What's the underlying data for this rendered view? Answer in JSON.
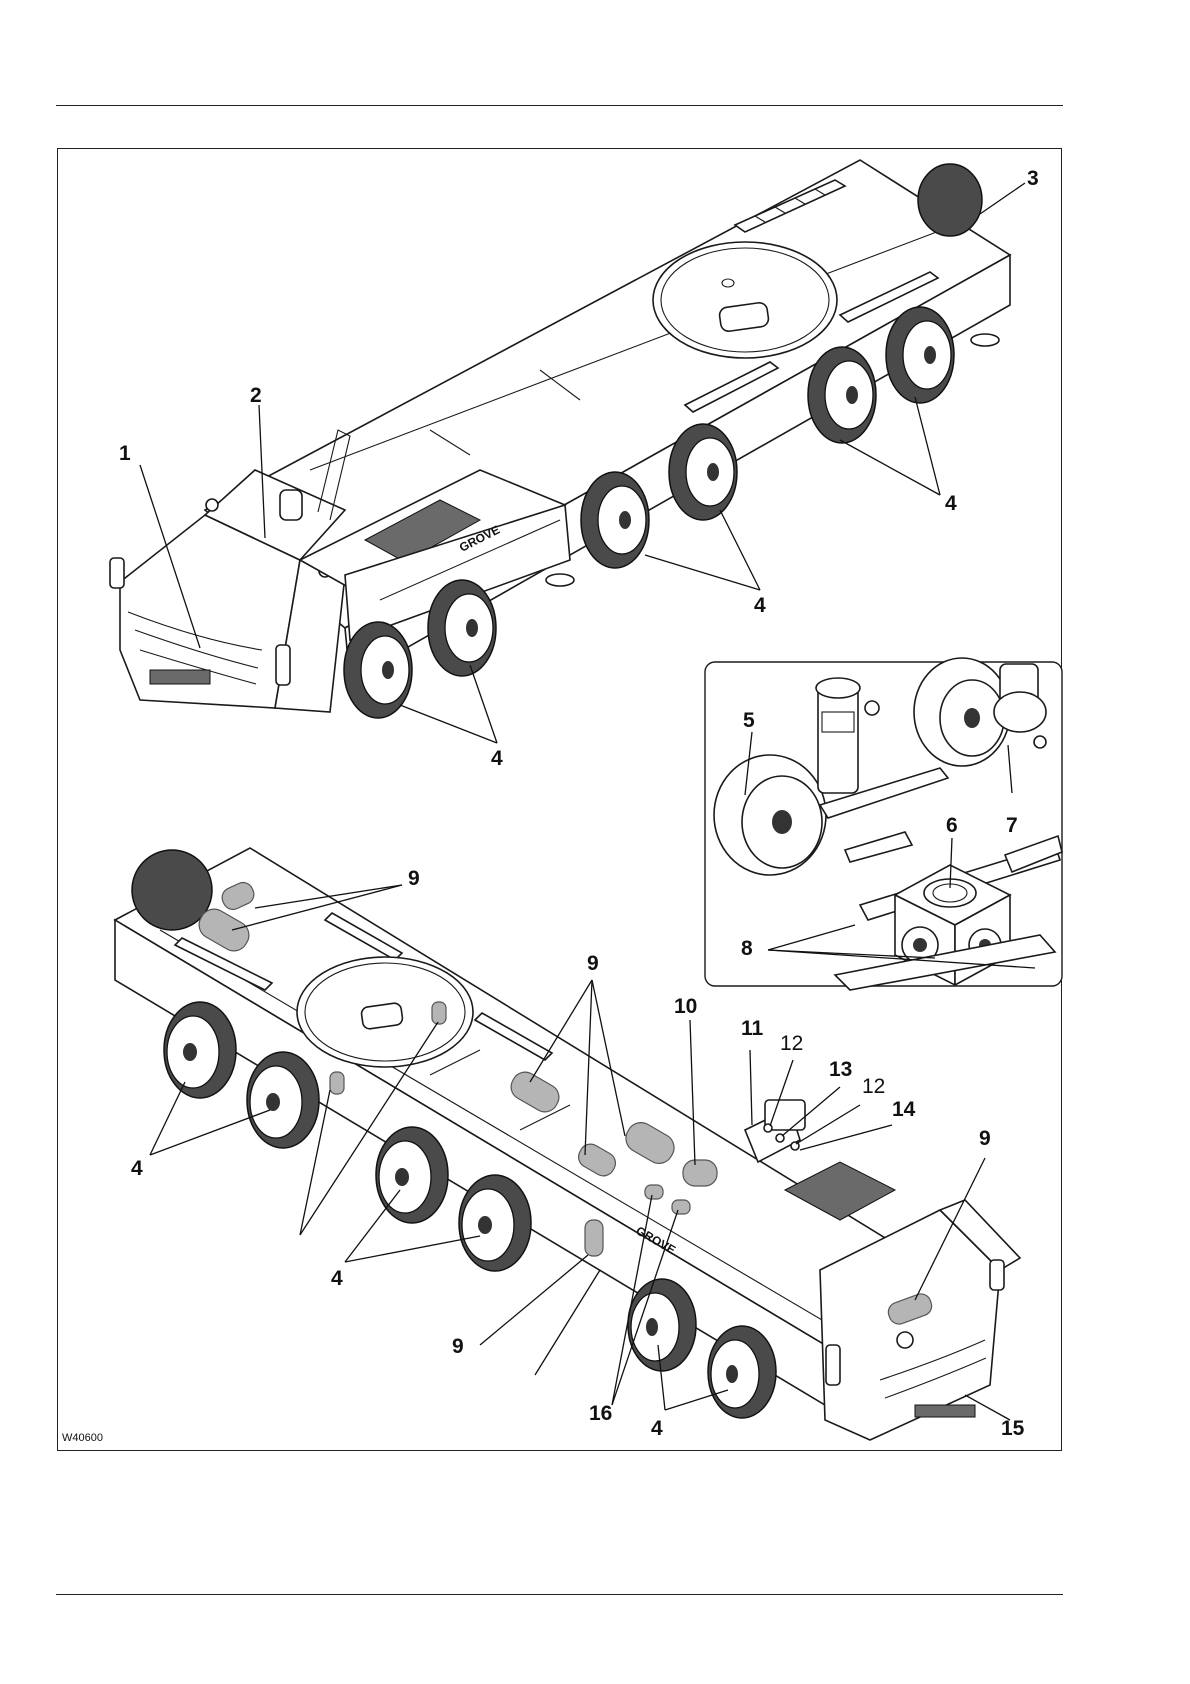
{
  "figure_code": "W40600",
  "brand": "GROVE",
  "callouts": {
    "c1": "1",
    "c2": "2",
    "c3": "3",
    "c4a": "4",
    "c4b": "4",
    "c4c": "4",
    "c5": "5",
    "c6": "6",
    "c7": "7",
    "c8": "8",
    "c9a": "9",
    "c9b": "9",
    "c4d": "4",
    "c4e": "4",
    "c10": "10",
    "c11": "11",
    "c12a": "12",
    "c13": "13",
    "c12b": "12",
    "c14": "14",
    "c9c": "9",
    "c9d": "9",
    "c16": "16",
    "c4f": "4",
    "c15": "15"
  },
  "colors": {
    "line": "#1a1a1a",
    "tire": "#4a4a4a",
    "marker": "#b5b5b5"
  }
}
